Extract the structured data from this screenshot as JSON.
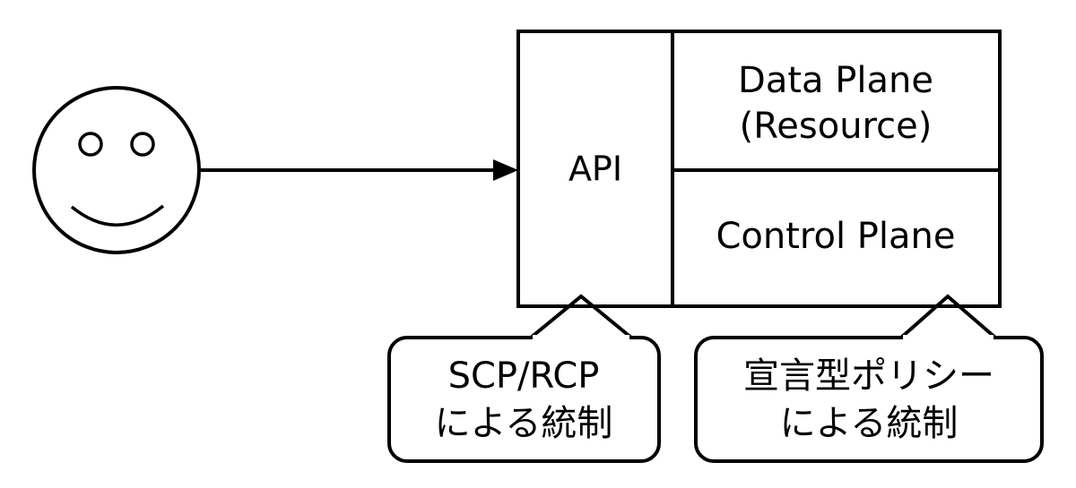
{
  "diagram": {
    "title": "AWS governance architecture diagram",
    "actor": {
      "name": "user-smiley-face",
      "shape": "circle-with-eyes-and-smile"
    },
    "flow_arrow": {
      "direction": "left-to-right",
      "from": "user",
      "to": "api"
    },
    "system_box": {
      "cells": [
        {
          "id": "api",
          "label": "API"
        },
        {
          "id": "data-plane",
          "label_line1": "Data Plane",
          "label_line2": "(Resource)"
        },
        {
          "id": "control-plane",
          "label": "Control Plane"
        }
      ]
    },
    "callouts": [
      {
        "id": "scp-rcp",
        "line1": "SCP/RCP",
        "line2": "による統制",
        "points_to": "api"
      },
      {
        "id": "declarative-policy",
        "line1": "宣言型ポリシー",
        "line2": "による統制",
        "points_to": "control-plane"
      }
    ],
    "colors": {
      "stroke": "#000000",
      "fill": "#ffffff",
      "text": "#000000"
    }
  }
}
